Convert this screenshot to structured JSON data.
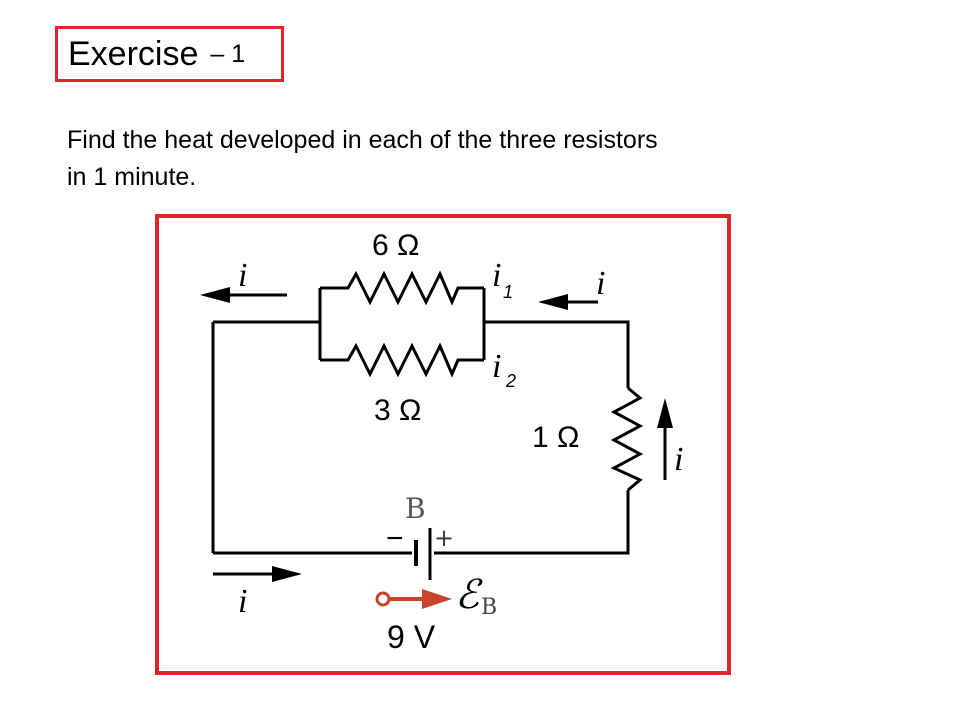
{
  "header": {
    "title": "Exercise",
    "number": "– 1",
    "border_color": "#e0242b"
  },
  "problem": {
    "line1": "Find the heat developed in each of the three resistors",
    "line2": "in 1 minute."
  },
  "circuit": {
    "frame_color": "#e0242b",
    "resistor_top": "6 Ω",
    "resistor_middle": "3 Ω",
    "resistor_right": "1 Ω",
    "current_main": "i",
    "current_branch1_letter": "i",
    "current_branch1_sub": "1",
    "current_branch2_letter": "i",
    "current_branch2_sub": "2",
    "battery_label": "B",
    "battery_minus": "−",
    "battery_plus": "+",
    "emf_symbol": "ℰ",
    "emf_sub": "B",
    "voltage": "9 V",
    "emf_arrow_color": "#c8442c"
  }
}
